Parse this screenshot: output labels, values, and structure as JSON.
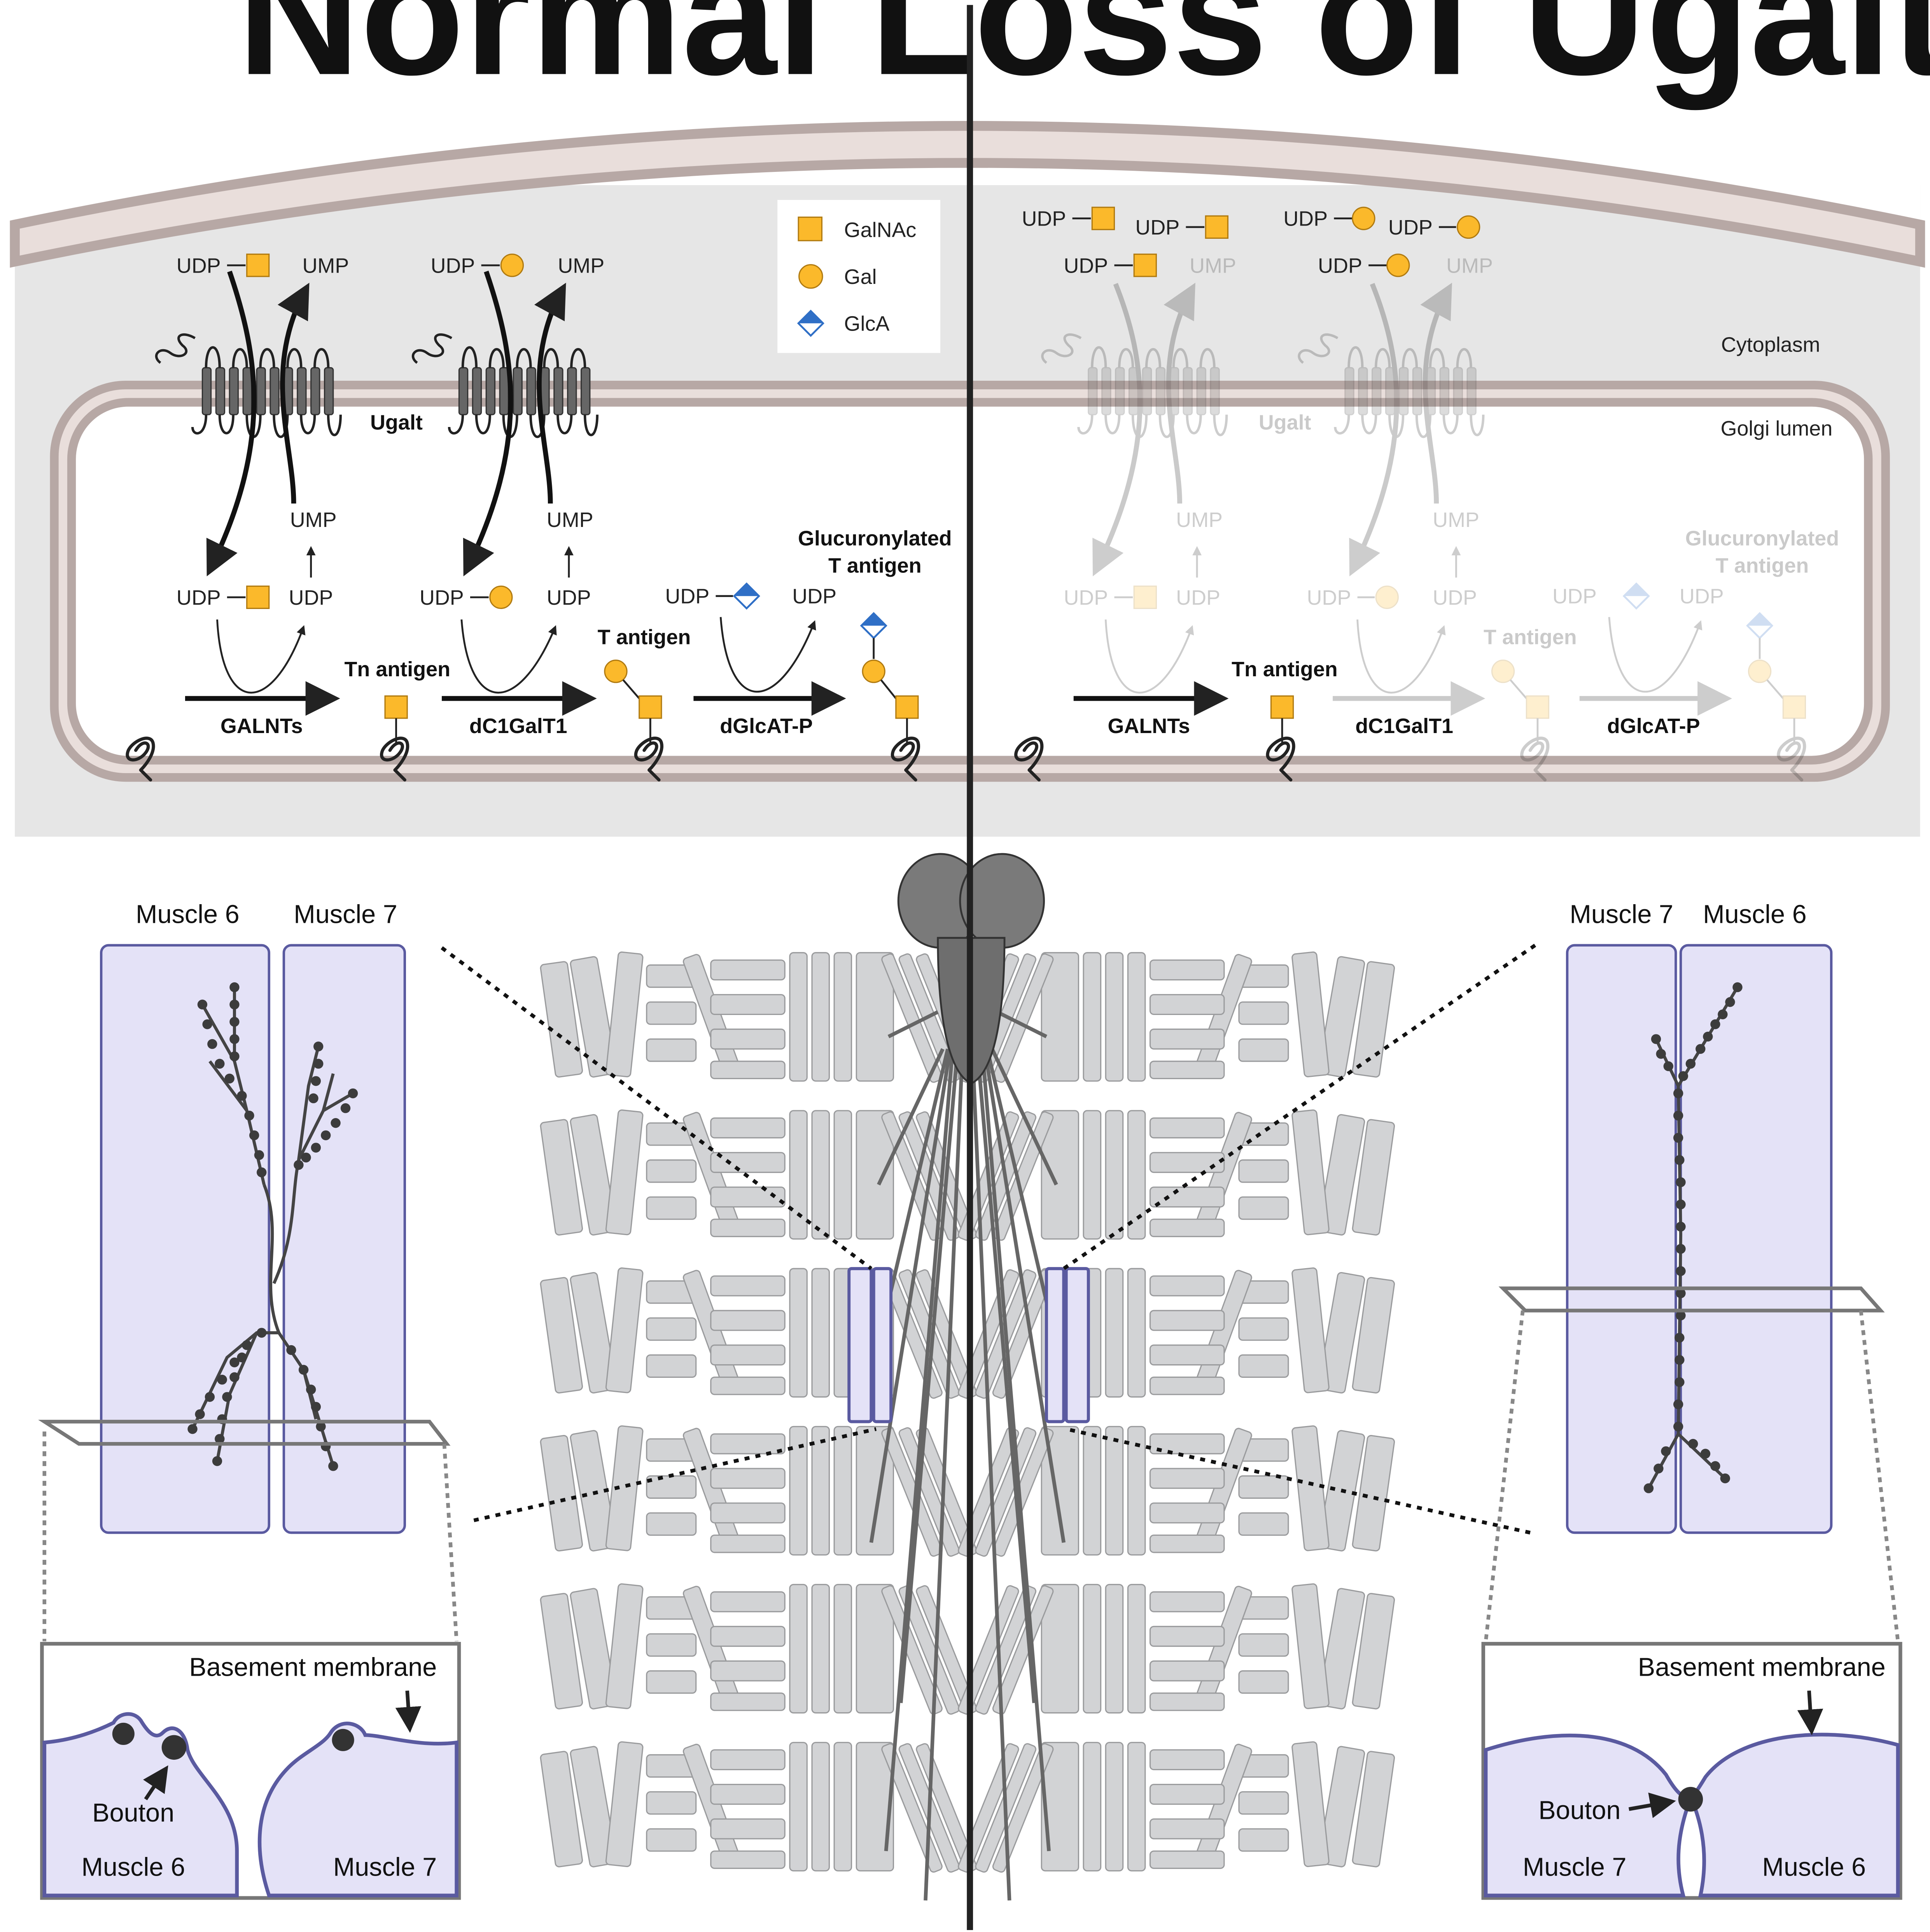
{
  "titles": {
    "normal": "Normal",
    "loss": "Loss of Ugalt"
  },
  "legend": {
    "galnac": "GalNAc",
    "gal": "Gal",
    "glca": "GlcA"
  },
  "compartments": {
    "cytoplasm": "Cytoplasm",
    "golgi": "Golgi lumen"
  },
  "molecules": {
    "udp": "UDP",
    "ump": "UMP",
    "transporter": "Ugalt"
  },
  "enzymes": {
    "galnts": "GALNTs",
    "c1galt1": "dC1GalT1",
    "glcat": "dGlcAT-P"
  },
  "antigens": {
    "tn": "Tn antigen",
    "t": "T antigen",
    "gluc_line1": "Glucuronylated",
    "gluc_line2": "T antigen"
  },
  "nmj": {
    "muscle6": "Muscle 6",
    "muscle7": "Muscle 7",
    "basement_membrane": "Basement membrane",
    "bouton": "Bouton"
  },
  "colors": {
    "galnac": "#fbb92b",
    "gal": "#fbb92b",
    "glca": "#2f6fc6",
    "muscle": "#e4e2f7",
    "muscle_border": "#5a5aa0",
    "cell_bg": "#e6e6e6",
    "membrane": "#b7a8a5"
  }
}
